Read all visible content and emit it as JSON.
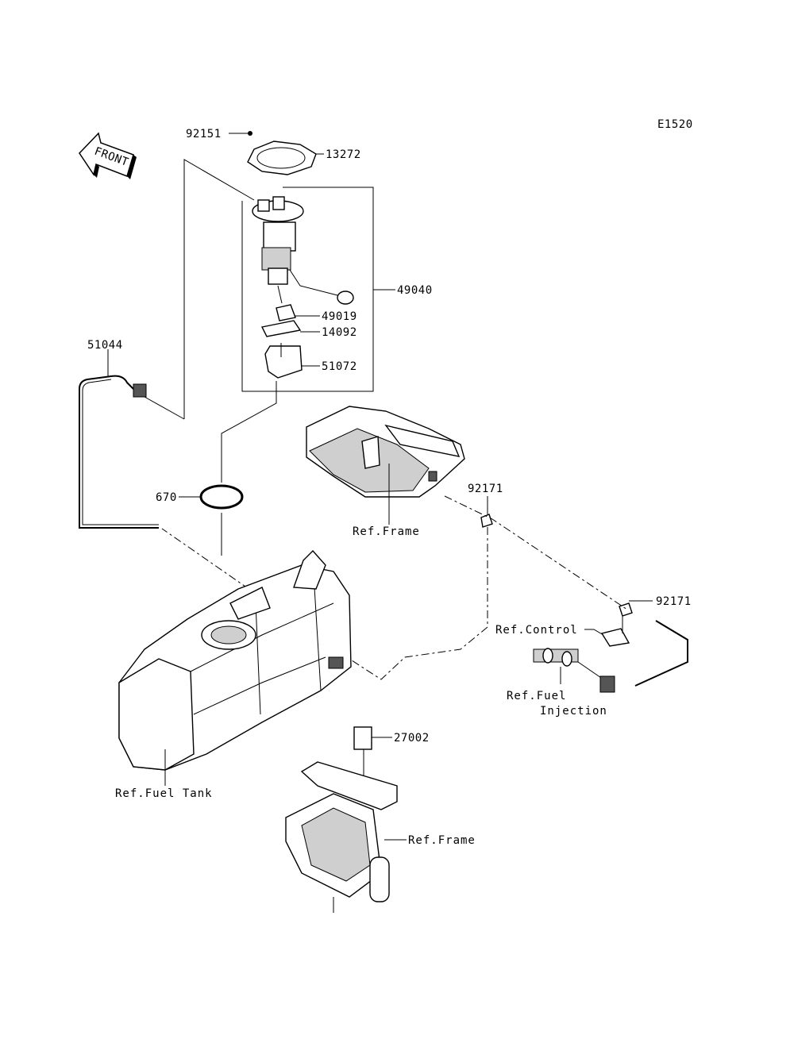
{
  "diagram": {
    "code": "E1520",
    "front_label": "FRONT",
    "parts": {
      "p92151": "92151",
      "p13272": "13272",
      "p49040": "49040",
      "p49019": "49019",
      "p14092": "14092",
      "p51072": "51072",
      "p51044": "51044",
      "p670": "670",
      "p92171_a": "92171",
      "p92171_b": "92171",
      "p27002": "27002"
    },
    "refs": {
      "frame_upper": "Ref.Frame",
      "control": "Ref.Control",
      "fuel_injection_1": "Ref.Fuel",
      "fuel_injection_2": "Injection",
      "fuel_tank": "Ref.Fuel Tank",
      "frame_lower": "Ref.Frame"
    }
  }
}
